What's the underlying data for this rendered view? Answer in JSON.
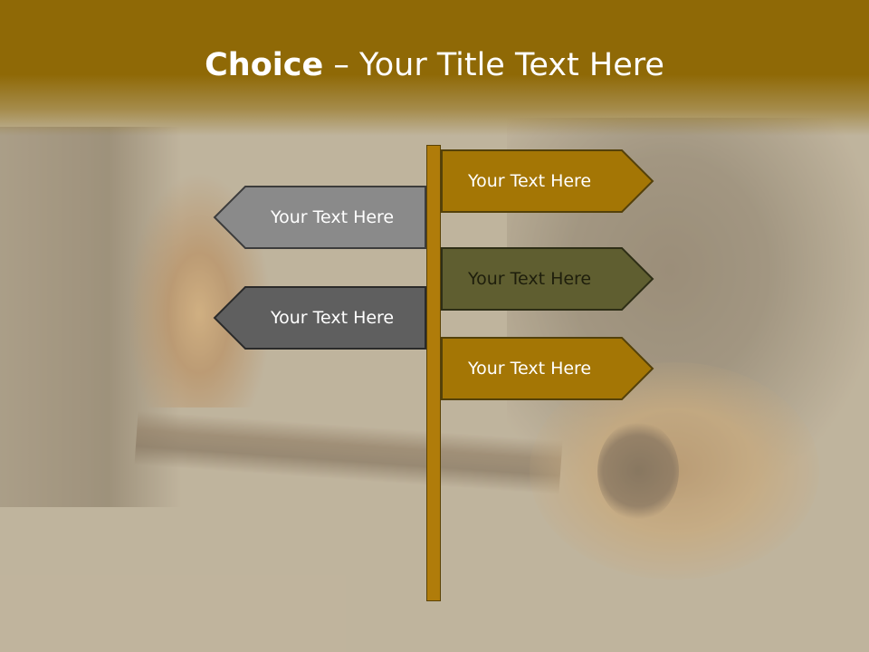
{
  "slide": {
    "title_bold": "Choice",
    "title_rest": " – Your Title Text Here"
  },
  "signs": [
    {
      "label": "Your Text Here",
      "direction": "right",
      "fill": "#a47605"
    },
    {
      "label": "Your Text Here",
      "direction": "left",
      "fill": "#8a8a8a"
    },
    {
      "label": "Your Text Here",
      "direction": "right",
      "fill": "#5f5e30"
    },
    {
      "label": "Your Text Here",
      "direction": "left",
      "fill": "#5f5f5f"
    },
    {
      "label": "Your Text Here",
      "direction": "right",
      "fill": "#a47605"
    }
  ],
  "colors": {
    "header": "#8f6906",
    "post": "#b07c0a"
  }
}
